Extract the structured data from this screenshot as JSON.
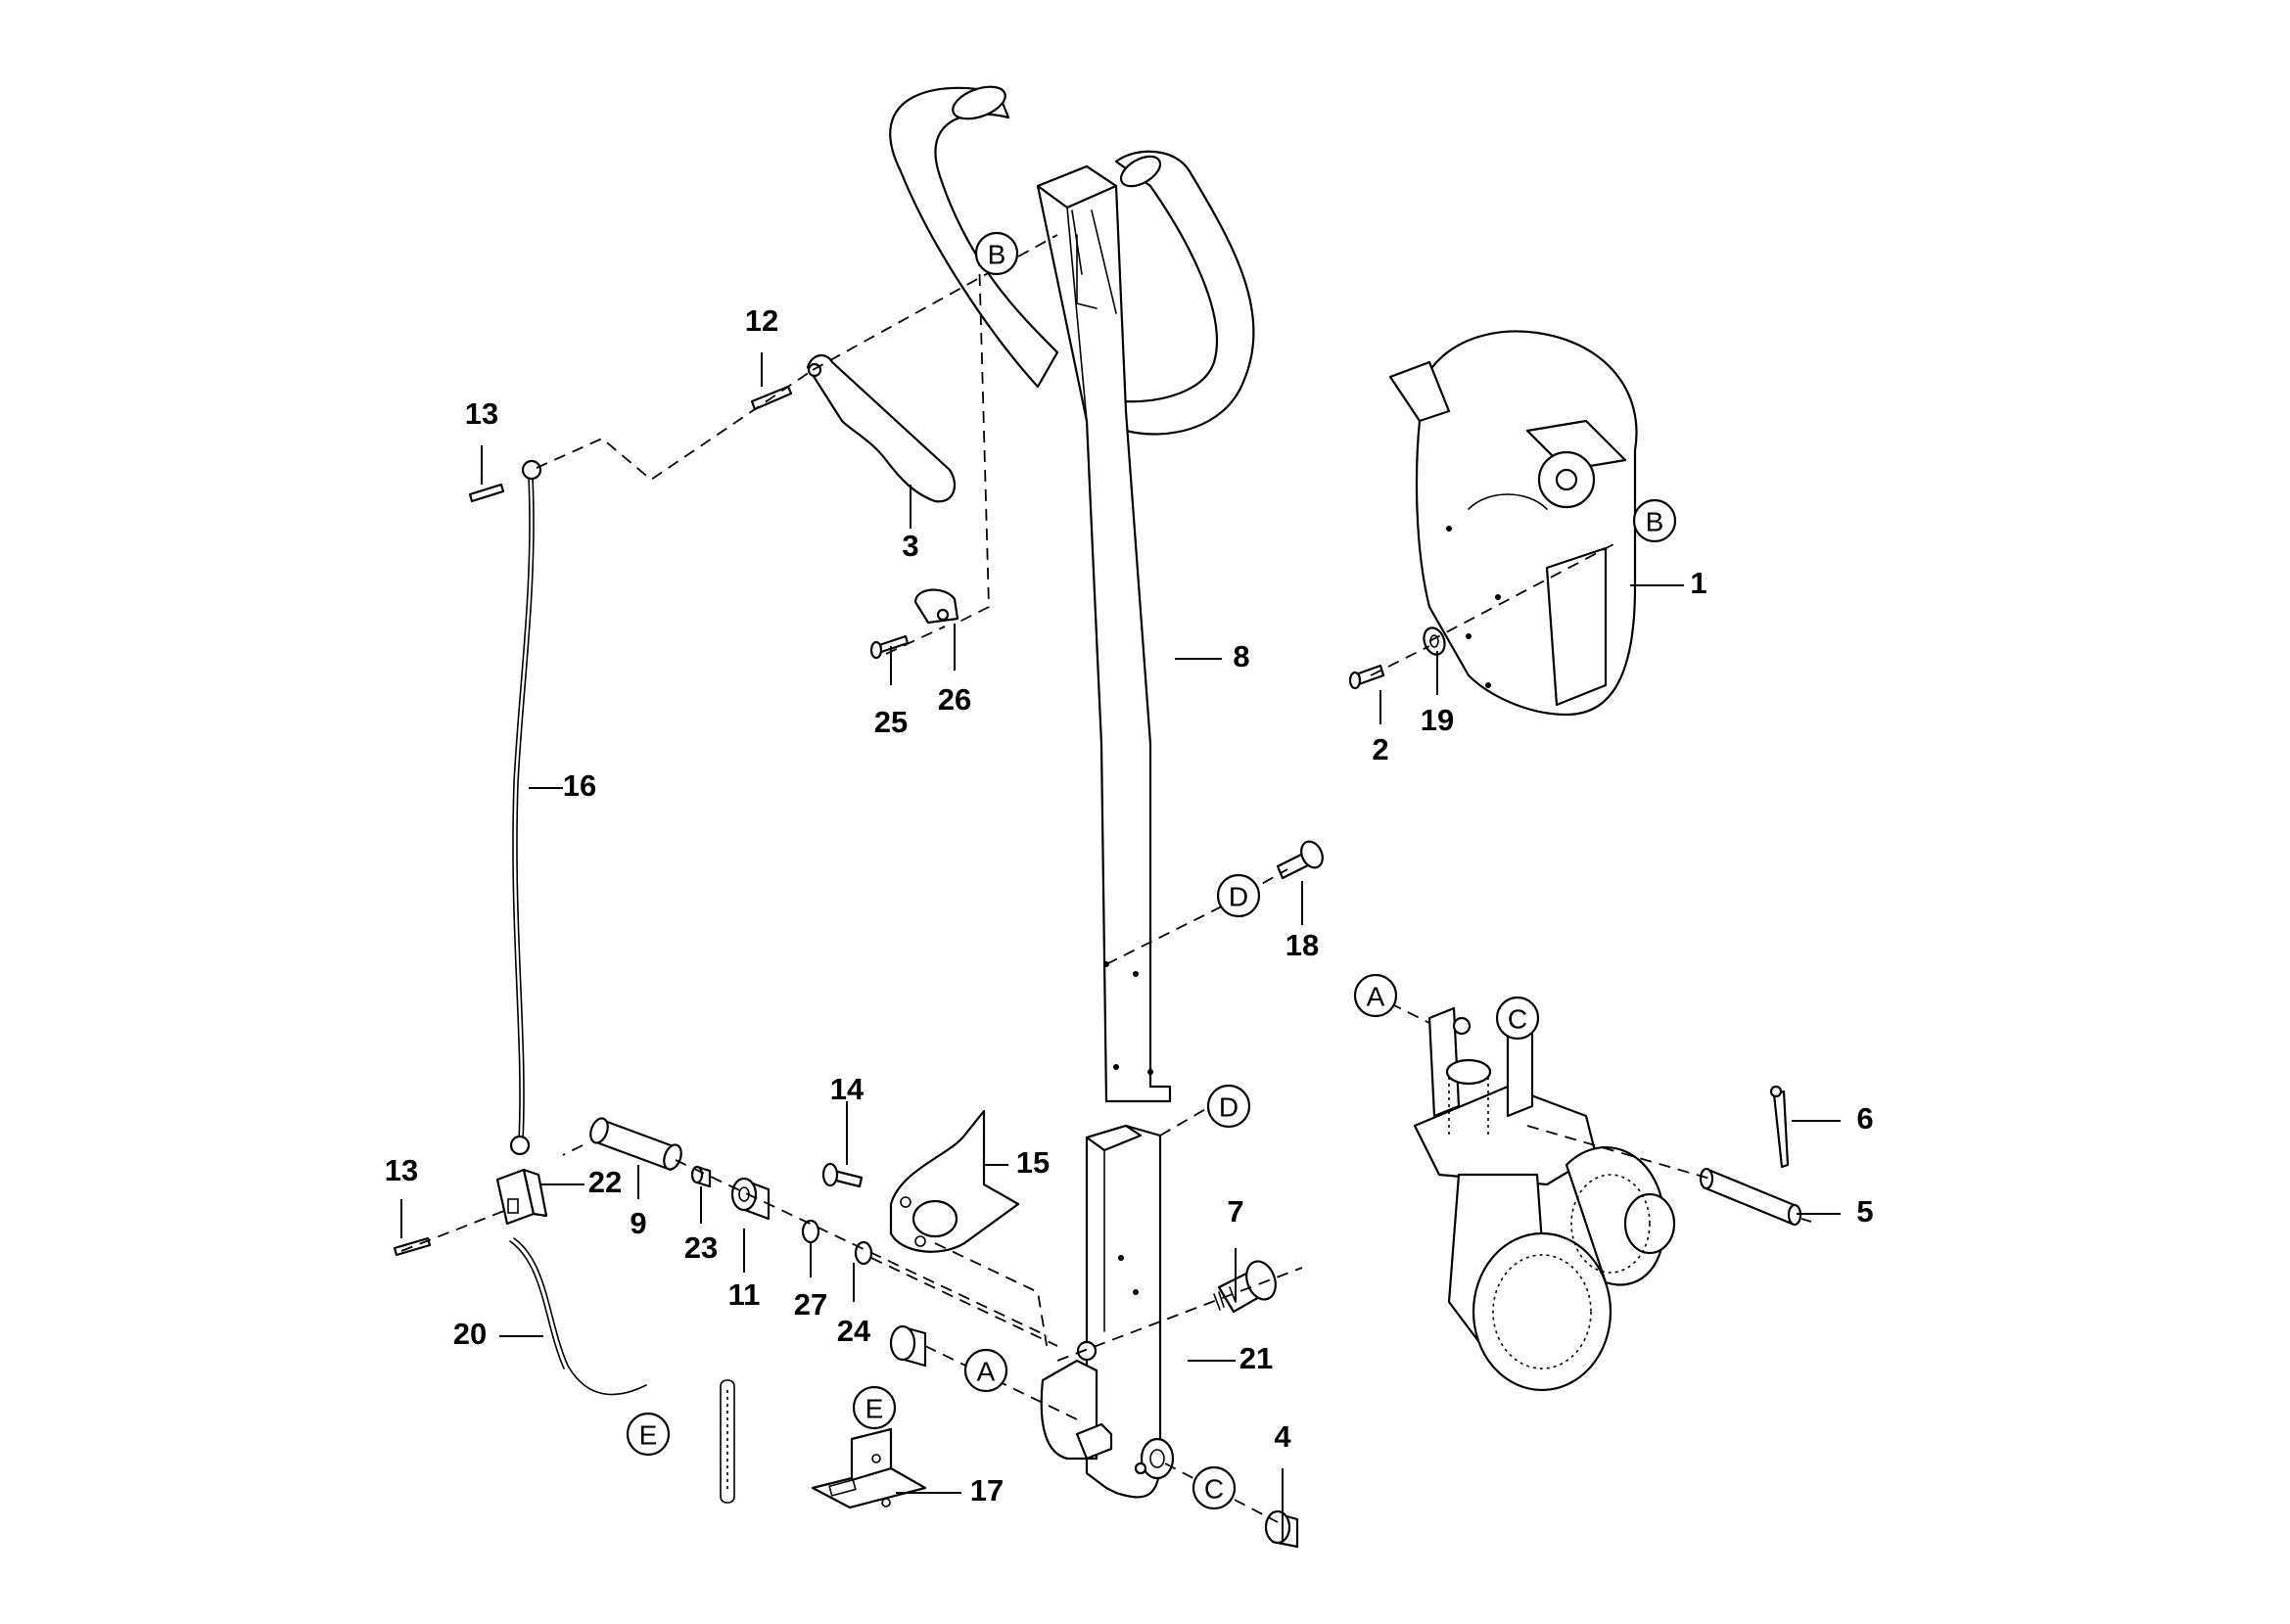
{
  "diagram": {
    "part_numbers": [
      "1",
      "2",
      "3",
      "4",
      "5",
      "6",
      "7",
      "8",
      "9",
      "11",
      "12",
      "13",
      "14",
      "15",
      "16",
      "17",
      "18",
      "19",
      "20",
      "21",
      "22",
      "23",
      "24",
      "25",
      "26",
      "27"
    ],
    "reference_letters": {
      "A": "A",
      "B": "B",
      "C": "C",
      "D": "D",
      "E": "E"
    },
    "labels": {
      "p1": "1",
      "p2": "2",
      "p3": "3",
      "p4": "4",
      "p5": "5",
      "p6": "6",
      "p7": "7",
      "p8": "8",
      "p9": "9",
      "p11": "11",
      "p12": "12",
      "p13a": "13",
      "p13b": "13",
      "p14": "14",
      "p15": "15",
      "p16": "16",
      "p17": "17",
      "p18": "18",
      "p19": "19",
      "p20": "20",
      "p21": "21",
      "p22": "22",
      "p23": "23",
      "p24": "24",
      "p25": "25",
      "p26": "26",
      "p27": "27"
    }
  }
}
